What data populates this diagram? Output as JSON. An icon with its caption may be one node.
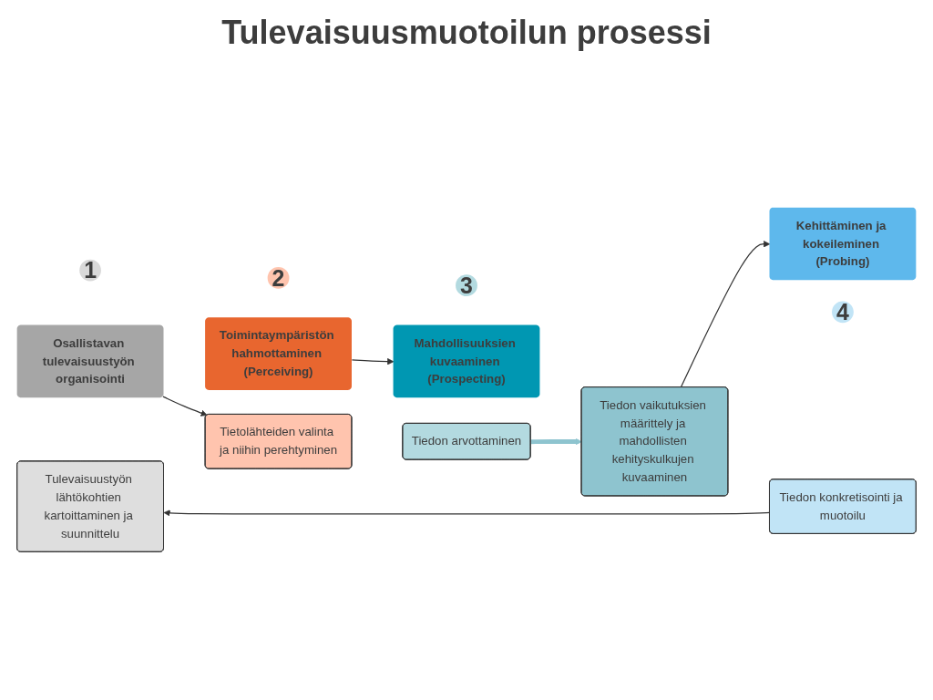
{
  "diagram": {
    "title": "Tulevaisuusmuotoilun prosessi",
    "nodes": [
      {
        "text": [
          "1"
        ]
      },
      {
        "text": [
          "Osallistavan tulevaisuustyön organisointi"
        ]
      },
      {
        "text": [
          "Tulevaisuustyön lähtökohtien kartoittaminen ja suunnittelu"
        ]
      },
      {
        "text": [
          "2"
        ]
      },
      {
        "text": [
          "Toimintaympäristön hahmottaminen (Perceiving)"
        ]
      },
      {
        "text": [
          "Tietolähteiden valinta ja niihin perehtyminen"
        ]
      },
      {
        "text": [
          "3"
        ]
      },
      {
        "text": [
          "Mahdollisuuksien kuvaaminen (Prospecting)"
        ]
      },
      {
        "text": [
          "Tiedon arvottaminen"
        ]
      },
      {
        "text": [
          "Tiedon vaikutuksien määrittely ja mahdollisten kehityskulkujen kuvaaminen"
        ]
      },
      {
        "text": [
          "4"
        ]
      },
      {
        "text": [
          "Kehittäminen ja kokeileminen (Probing)"
        ]
      },
      {
        "text": [
          "Tiedon konkretisointi ja muotoilu"
        ]
      }
    ],
    "edges": [
      {
        "from": 1,
        "to": 5,
        "arrow": "to"
      },
      {
        "from": 4,
        "to": 7,
        "arrow": "to"
      },
      {
        "from": 8,
        "to": 9,
        "arrow": "to",
        "style": "thick",
        "color": "#8ec4cf"
      },
      {
        "from": 9,
        "to": 11,
        "arrow": "to"
      },
      {
        "from": 12,
        "to": 2,
        "arrow": "to"
      }
    ]
  }
}
